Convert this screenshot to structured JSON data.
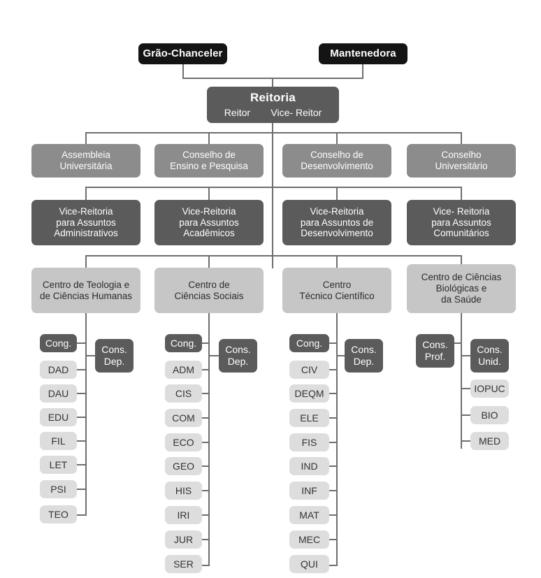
{
  "meta": {
    "title": "Organograma - Estrutura Organizacional Universitária",
    "colors": {
      "black_box": "#141414",
      "dark_box": "#5b5b5b",
      "mid_box": "#8c8c8c",
      "light_box": "#c6c6c6",
      "pale_box": "#dddddd",
      "line": "#6e6e6e",
      "background": "#ffffff"
    }
  },
  "tier_top": [
    {
      "label": "Grão-Chanceler"
    },
    {
      "label": "Mantenedora"
    }
  ],
  "reitoria": {
    "title": "Reitoria",
    "roles": [
      "Reitor",
      "Vice- Reitor"
    ]
  },
  "councils": [
    {
      "line1": "Assembleia",
      "line2": "Universitária"
    },
    {
      "line1": "Conselho de",
      "line2": "Ensino e  Pesquisa"
    },
    {
      "line1": "Conselho de",
      "line2": "Desenvolvimento"
    },
    {
      "line1": "Conselho",
      "line2": "Universitário"
    }
  ],
  "vice_reitorias": [
    {
      "line1": "Vice-Reitoria",
      "line2": "para  Assuntos",
      "line3": "Administrativos"
    },
    {
      "line1": "Vice-Reitoria",
      "line2": "para Assuntos",
      "line3": "Acadêmicos"
    },
    {
      "line1": "Vice-Reitoria",
      "line2": "para  Assuntos de",
      "line3": "Desenvolvimento"
    },
    {
      "line1": "Vice- Reitoria",
      "line2": "para  Assuntos",
      "line3": "Comunitários"
    }
  ],
  "centros": [
    {
      "line1": "Centro de Teologia e",
      "line2": "de Ciências Humanas",
      "line3": ""
    },
    {
      "line1": "Centro de",
      "line2": "Ciências Sociais",
      "line3": ""
    },
    {
      "line1": "Centro",
      "line2": "Técnico Científico",
      "line3": ""
    },
    {
      "line1": "Centro de Ciências",
      "line2": "Biológicas e",
      "line3": "da Saúde"
    }
  ],
  "columns": [
    {
      "key": "teologia",
      "side_box": {
        "line1": "Cons.",
        "line2": "Dep."
      },
      "items": [
        {
          "label": "Cong.",
          "tone": "dark"
        },
        {
          "label": "DAD",
          "tone": "pale"
        },
        {
          "label": "DAU",
          "tone": "pale"
        },
        {
          "label": "EDU",
          "tone": "pale"
        },
        {
          "label": "FIL",
          "tone": "pale"
        },
        {
          "label": "LET",
          "tone": "pale"
        },
        {
          "label": "PSI",
          "tone": "pale"
        },
        {
          "label": "TEO",
          "tone": "pale"
        }
      ]
    },
    {
      "key": "sociais",
      "side_box": {
        "line1": "Cons.",
        "line2": "Dep."
      },
      "items": [
        {
          "label": "Cong.",
          "tone": "dark"
        },
        {
          "label": "ADM",
          "tone": "pale"
        },
        {
          "label": "CIS",
          "tone": "pale"
        },
        {
          "label": "COM",
          "tone": "pale"
        },
        {
          "label": "ECO",
          "tone": "pale"
        },
        {
          "label": "GEO",
          "tone": "pale"
        },
        {
          "label": "HIS",
          "tone": "pale"
        },
        {
          "label": "IRI",
          "tone": "pale"
        },
        {
          "label": "JUR",
          "tone": "pale"
        },
        {
          "label": "SER",
          "tone": "pale"
        }
      ]
    },
    {
      "key": "tecnico",
      "side_box": {
        "line1": "Cons.",
        "line2": "Dep."
      },
      "items": [
        {
          "label": "Cong.",
          "tone": "dark"
        },
        {
          "label": "CIV",
          "tone": "pale"
        },
        {
          "label": "DEQM",
          "tone": "pale"
        },
        {
          "label": "ELE",
          "tone": "pale"
        },
        {
          "label": "FIS",
          "tone": "pale"
        },
        {
          "label": "IND",
          "tone": "pale"
        },
        {
          "label": "INF",
          "tone": "pale"
        },
        {
          "label": "MAT",
          "tone": "pale"
        },
        {
          "label": "MEC",
          "tone": "pale"
        },
        {
          "label": "QUI",
          "tone": "pale"
        }
      ]
    },
    {
      "key": "biologicas",
      "side_box": {
        "line1": "Cons.",
        "line2": "Prof."
      },
      "items": [
        {
          "label": "Cons. Unid.",
          "line1": "Cons.",
          "line2": "Unid.",
          "tone": "dark"
        },
        {
          "label": "IOPUC",
          "tone": "pale"
        },
        {
          "label": "BIO",
          "tone": "pale"
        },
        {
          "label": "MED",
          "tone": "pale"
        }
      ]
    }
  ]
}
